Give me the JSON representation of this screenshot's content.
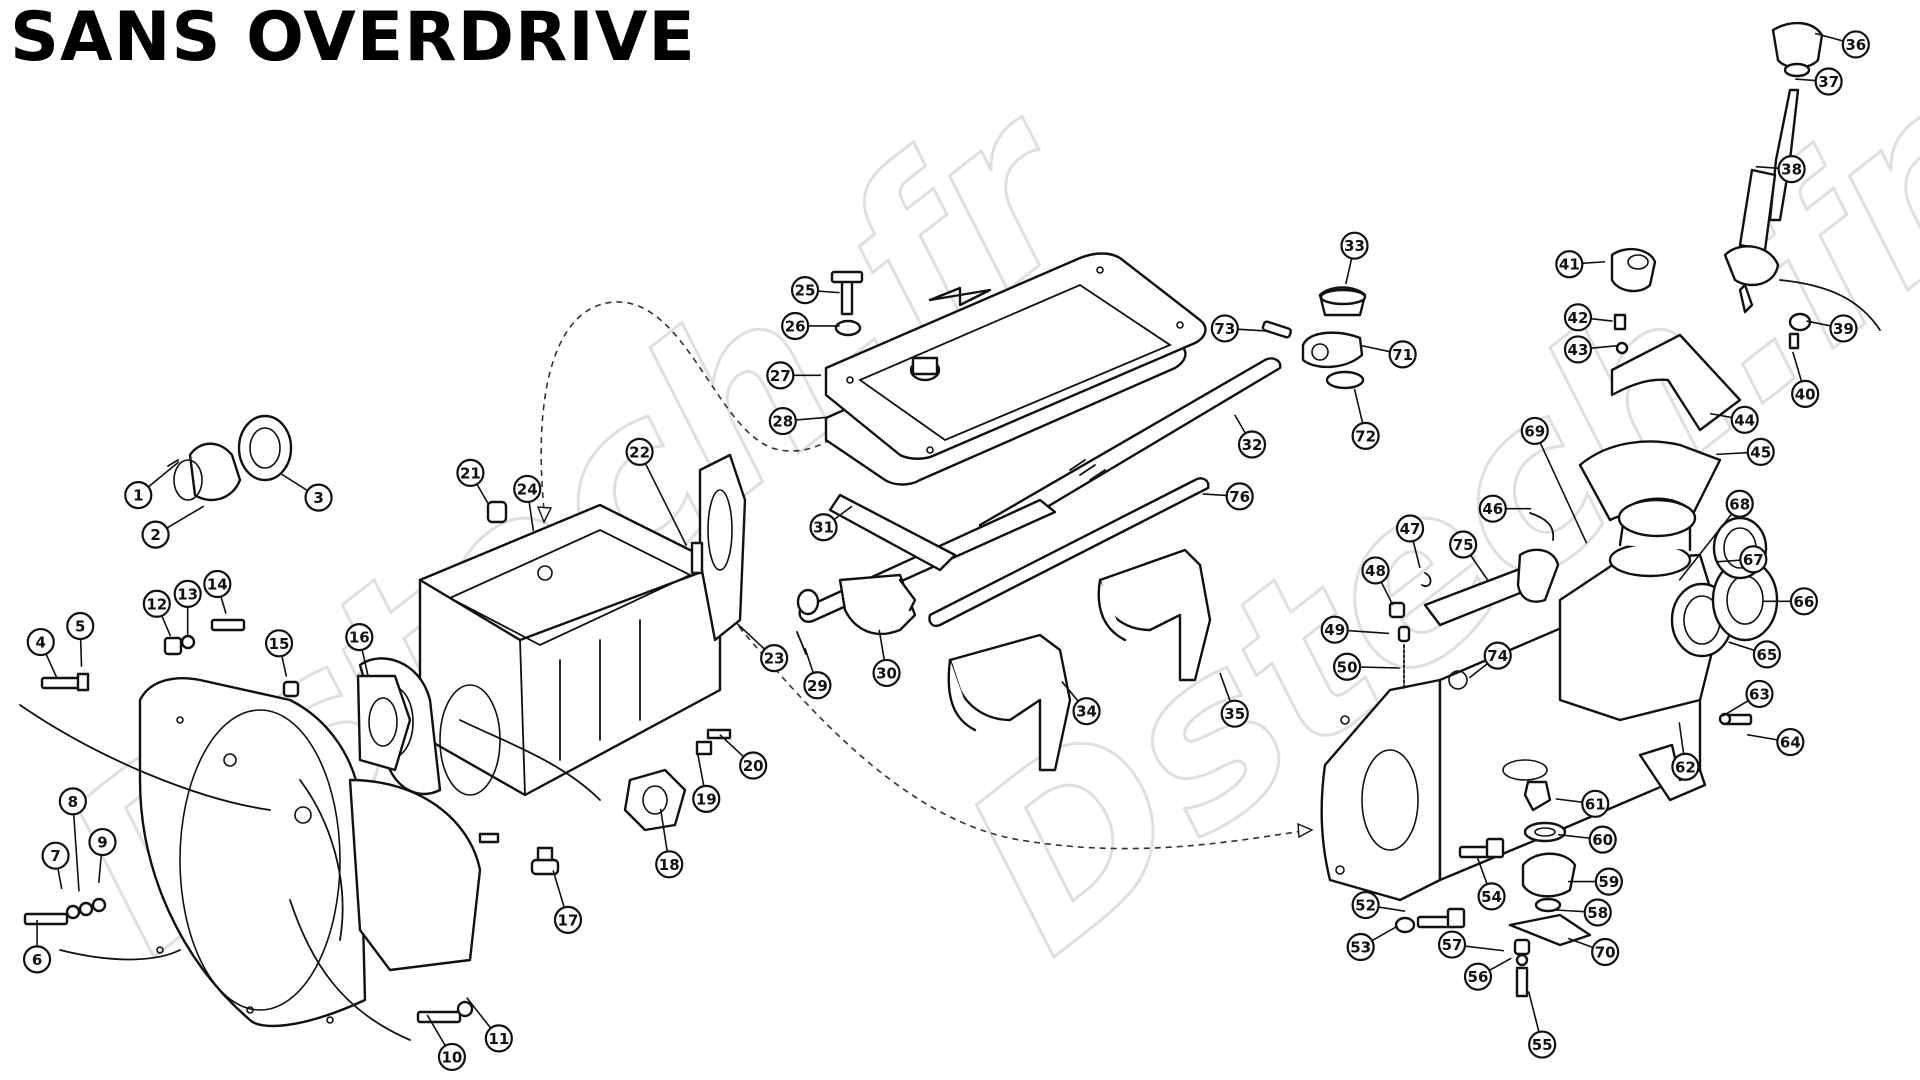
{
  "title": "SANS OVERDRIVE",
  "watermark": "Dstech.fr",
  "callouts": [
    {
      "num": "1"
    },
    {
      "num": "2"
    },
    {
      "num": "3"
    },
    {
      "num": "4"
    },
    {
      "num": "5"
    },
    {
      "num": "6"
    },
    {
      "num": "7"
    },
    {
      "num": "8"
    },
    {
      "num": "9"
    },
    {
      "num": "10"
    },
    {
      "num": "11"
    },
    {
      "num": "12"
    },
    {
      "num": "13"
    },
    {
      "num": "14"
    },
    {
      "num": "15"
    },
    {
      "num": "16"
    },
    {
      "num": "17"
    },
    {
      "num": "18"
    },
    {
      "num": "19"
    },
    {
      "num": "20"
    },
    {
      "num": "21"
    },
    {
      "num": "22"
    },
    {
      "num": "23"
    },
    {
      "num": "24"
    },
    {
      "num": "25"
    },
    {
      "num": "26"
    },
    {
      "num": "27"
    },
    {
      "num": "28"
    },
    {
      "num": "29"
    },
    {
      "num": "30"
    },
    {
      "num": "31"
    },
    {
      "num": "32"
    },
    {
      "num": "33"
    },
    {
      "num": "34"
    },
    {
      "num": "35"
    },
    {
      "num": "36"
    },
    {
      "num": "37"
    },
    {
      "num": "38"
    },
    {
      "num": "39"
    },
    {
      "num": "40"
    },
    {
      "num": "41"
    },
    {
      "num": "42"
    },
    {
      "num": "43"
    },
    {
      "num": "44"
    },
    {
      "num": "45"
    },
    {
      "num": "46"
    },
    {
      "num": "47"
    },
    {
      "num": "48"
    },
    {
      "num": "49"
    },
    {
      "num": "50"
    },
    {
      "num": "52"
    },
    {
      "num": "53"
    },
    {
      "num": "54"
    },
    {
      "num": "55"
    },
    {
      "num": "56"
    },
    {
      "num": "57"
    },
    {
      "num": "58"
    },
    {
      "num": "59"
    },
    {
      "num": "60"
    },
    {
      "num": "61"
    },
    {
      "num": "62"
    },
    {
      "num": "63"
    },
    {
      "num": "64"
    },
    {
      "num": "65"
    },
    {
      "num": "66"
    },
    {
      "num": "67"
    },
    {
      "num": "68"
    },
    {
      "num": "69"
    },
    {
      "num": "70"
    },
    {
      "num": "71"
    },
    {
      "num": "72"
    },
    {
      "num": "73"
    },
    {
      "num": "74"
    },
    {
      "num": "75"
    },
    {
      "num": "76"
    }
  ]
}
